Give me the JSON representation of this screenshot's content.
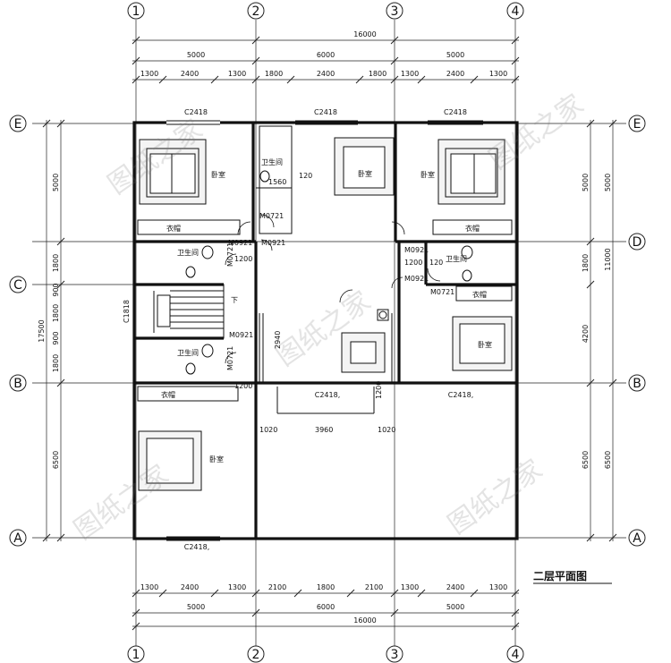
{
  "axes": {
    "vertical": [
      "1",
      "2",
      "3",
      "4"
    ],
    "horizontal": [
      "E",
      "D",
      "C",
      "B",
      "A"
    ]
  },
  "top_dims": {
    "total": "16000",
    "bays": [
      "5000",
      "6000",
      "5000"
    ],
    "details": [
      "1300",
      "2400",
      "1300",
      "1800",
      "2400",
      "1800",
      "1300",
      "2400",
      "1300"
    ]
  },
  "bottom_dims": {
    "details": [
      "1300",
      "2400",
      "1300",
      "2100",
      "1800",
      "2100",
      "1300",
      "2400",
      "1300"
    ],
    "bays": [
      "5000",
      "6000",
      "5000"
    ],
    "total": "16000"
  },
  "left_dims": {
    "total": "17500",
    "parts": [
      "5000",
      "1800",
      "900",
      "1800",
      "900",
      "1800",
      "6500"
    ]
  },
  "right_dims": {
    "outer": [
      "5000",
      "11000",
      "6500"
    ],
    "inner": [
      "5000",
      "1800",
      "4200",
      "6500"
    ]
  },
  "windows": {
    "top_left": "C2418",
    "top_mid": "C2418",
    "top_right": "C2418",
    "mid_left": "C2418,",
    "mid_right": "C2418,",
    "bottom_left": "C2418,",
    "stair_window": "C1818"
  },
  "doors": {
    "m0721_a": "M0721",
    "m0921_a": "M0921",
    "m0921_b": "M0921",
    "m0921_c": "M0921",
    "m0921_d": "M0921",
    "m0721_b": "M0721",
    "m0721_c": "M0721",
    "m0921_e": "M0921",
    "m0721_d": "M0721"
  },
  "rooms": {
    "bedroom": "卧室",
    "bathroom": "卫生间",
    "wardrobe": "衣帽",
    "down": "下"
  },
  "inner_dims": {
    "d1560": "1560",
    "d120a": "120",
    "d1200a": "1200",
    "d1200b": "1200",
    "d120b": "120",
    "d1200c": "1200",
    "d2940": "2940",
    "d1200d": "1200",
    "d1020a": "1020",
    "d3960": "3960",
    "d1020b": "1020"
  },
  "plan_title": "二层平面图",
  "watermark": "图纸之家"
}
